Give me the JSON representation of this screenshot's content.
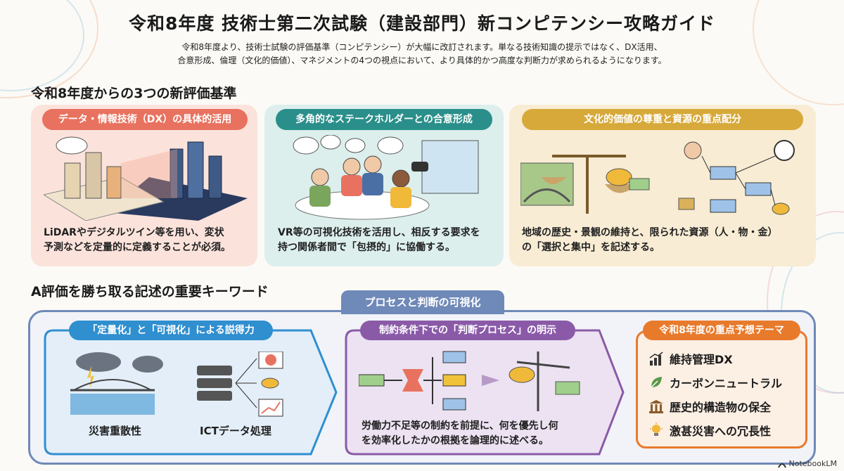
{
  "title": "令和8年度 技術士第二次試験（建設部門）新コンピテンシー攻略ガイド",
  "intro": {
    "line1": "令和8年度より、技術士試験の評価基準（コンピテンシー）が大幅に改訂されます。単なる技術知識の提示ではなく、DX活用、",
    "line2": "合意形成、倫理（文化的価値）、マネジメントの4つの視点において、より具体的かつ高度な判断力が求められるようになります。"
  },
  "criteria": {
    "heading": "令和8年度からの3つの新評価基準",
    "cards": [
      {
        "label": "データ・情報技術（DX）の具体的活用",
        "text1": "LiDARやデジタルツイン等を用い、変状",
        "text2": "予測などを定量的に定義することが必須。",
        "color": "#e8725f",
        "bg": "#fbe3dc"
      },
      {
        "label": "多角的なステークホルダーとの合意形成",
        "text1": "VR等の可視化技術を活用し、相反する要求を",
        "text2": "持つ関係者間で「包摂的」に協働する。",
        "color": "#2a8f8a",
        "bg": "#dcefed"
      },
      {
        "label": "文化的価値の尊重と資源の重点配分",
        "text1": "地域の歴史・景観の維持と、限られた資源（人・物・金）",
        "text2": "の「選択と集中」を記述する。",
        "color": "#d7a93a",
        "bg": "#f8ecd4"
      }
    ]
  },
  "keywords": {
    "heading": "A評価を勝ち取る記述の重要キーワード",
    "tab": "プロセスと判断の可視化",
    "left": {
      "label": "「定量化」と「可視化」による説得力",
      "cap1": "災害重散性",
      "cap2": "ICTデータ処理",
      "color": "#2f8fcf"
    },
    "middle": {
      "label": "制約条件下での「判断プロセス」の明示",
      "text1": "労働力不足等の制約を前提に、何を優先し何",
      "text2": "を効率化したかの根拠を論理的に述べる。",
      "color": "#8a5aa8"
    },
    "right": {
      "label": "令和8年度の重点予想テーマ",
      "items": [
        "維持管理DX",
        "カーボンニュートラル",
        "歴史的構造物の保全",
        "激甚災害への冗長性"
      ],
      "icons": [
        "chart-icon",
        "leaf-icon",
        "temple-icon",
        "lightbulb-icon"
      ],
      "color": "#e87a2c"
    }
  },
  "watermark": "NotebookLM"
}
